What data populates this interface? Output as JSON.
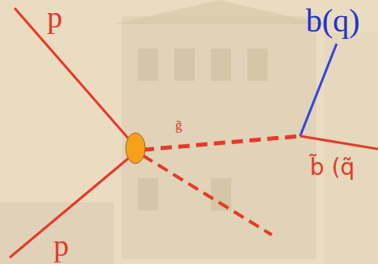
{
  "diagram": {
    "labels": [
      "p",
      "b(q)",
      "g̃",
      "b̃ (q̃",
      "p"
    ]
  }
}
